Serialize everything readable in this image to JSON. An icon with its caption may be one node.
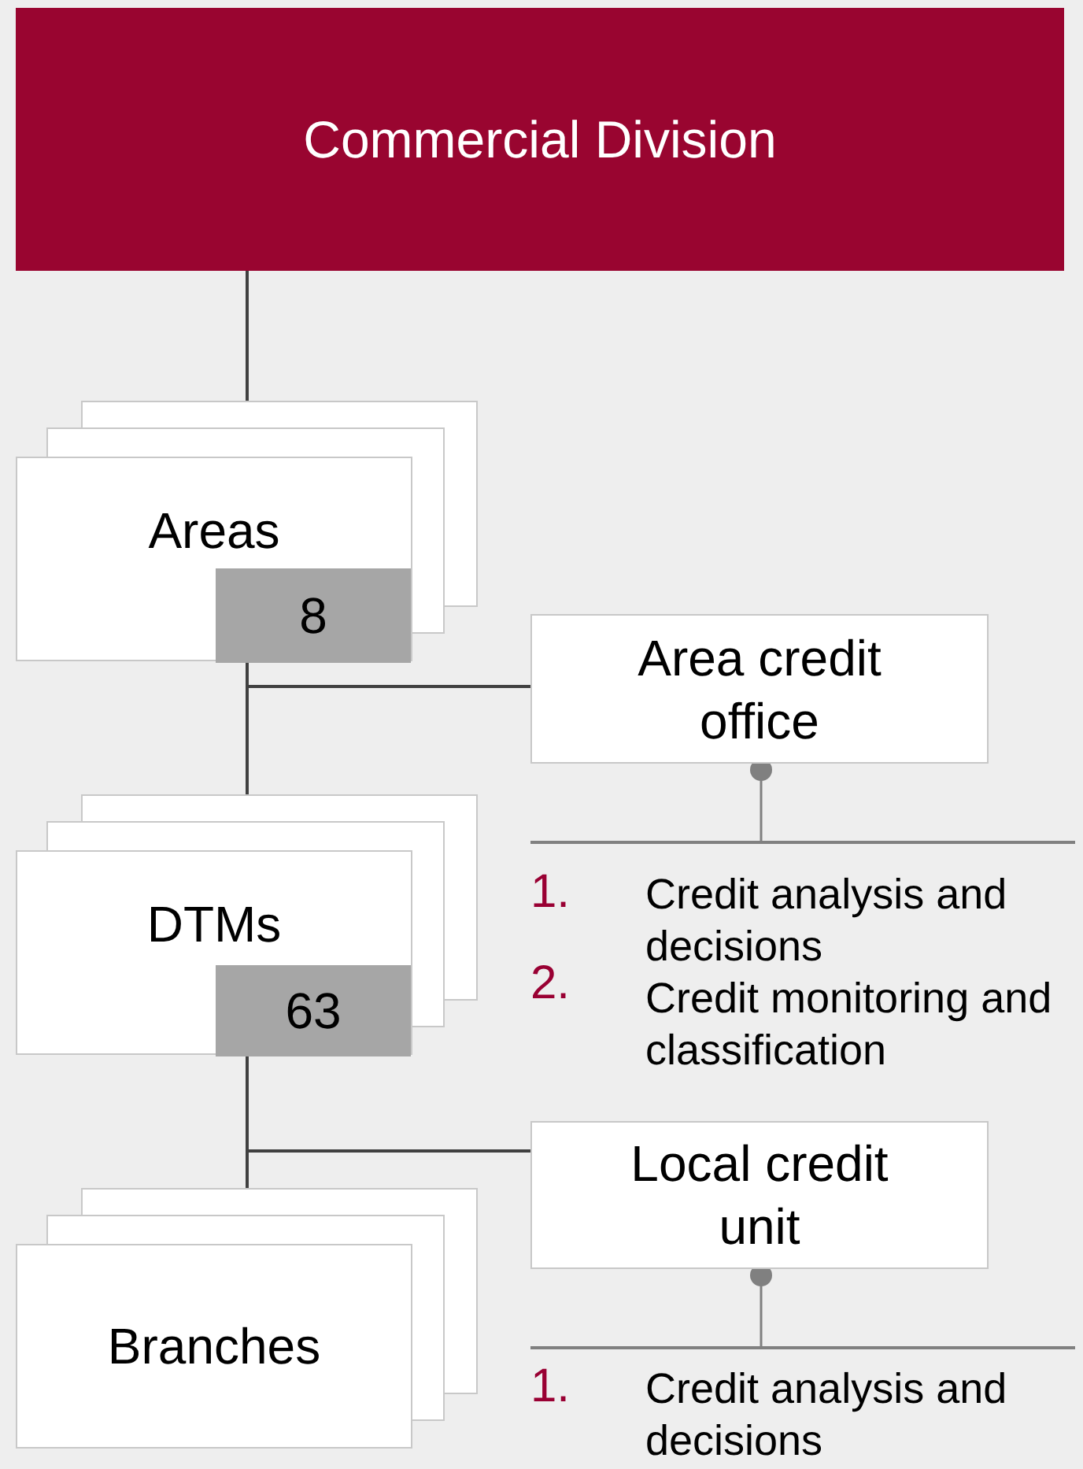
{
  "diagram": {
    "nodes": [
      {
        "text": [
          "Commercial Division"
        ]
      },
      {
        "text": [
          "Areas"
        ]
      },
      {
        "text": [
          "8"
        ],
        "in": 1
      },
      {
        "text": [
          "Area credit office"
        ]
      },
      {
        "text": [
          "DTMs"
        ]
      },
      {
        "text": [
          "63"
        ],
        "in": 4
      },
      {
        "text": [
          "Local credit unit"
        ]
      },
      {
        "text": [
          "Branches"
        ]
      }
    ],
    "edges": [
      {
        "from": 0,
        "to": 1,
        "arrow": "none"
      },
      {
        "from": 1,
        "to": 4,
        "arrow": "none"
      },
      {
        "from": 1,
        "to": 3,
        "arrow": "none"
      },
      {
        "from": 4,
        "to": 7,
        "arrow": "none"
      },
      {
        "from": 4,
        "to": 6,
        "arrow": "none"
      }
    ],
    "labels": [
      "1.",
      "Credit analysis and decisions",
      "2.",
      "Credit monitoring and classification",
      "1.",
      "Credit analysis and decisions"
    ]
  }
}
